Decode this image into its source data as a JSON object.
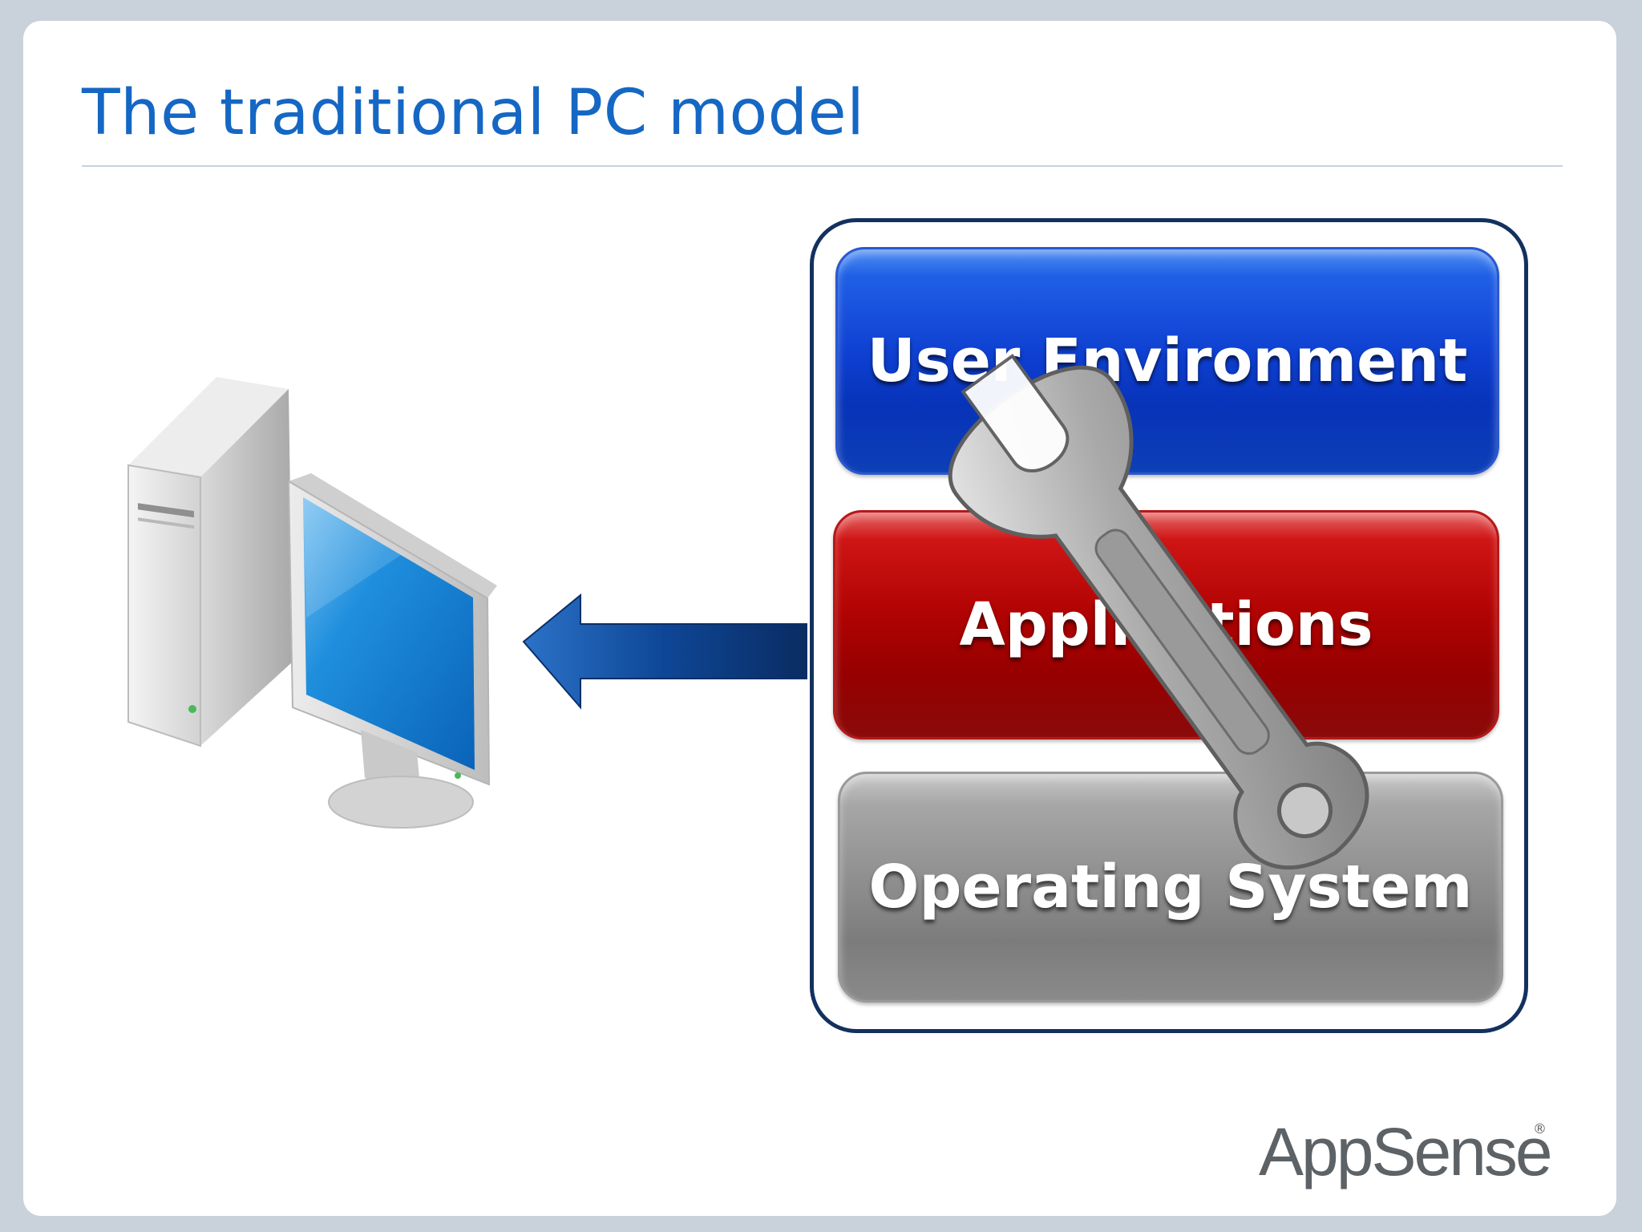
{
  "slide": {
    "title": "The traditional PC model"
  },
  "stack": {
    "layers": [
      {
        "label": "User Environment",
        "color": "#0e3fd0"
      },
      {
        "label": "Applications",
        "color": "#b10303"
      },
      {
        "label": "Operating System",
        "color": "#8e8e8e"
      }
    ]
  },
  "icons": {
    "computer": "desktop-computer-icon",
    "arrow": "arrow-left-icon",
    "wrench": "wrench-icon"
  },
  "logo": {
    "text": "AppSense",
    "registered": "®"
  },
  "colors": {
    "title": "#1567c4",
    "frame": "#13315f",
    "arrow": "#0e3f8a"
  }
}
